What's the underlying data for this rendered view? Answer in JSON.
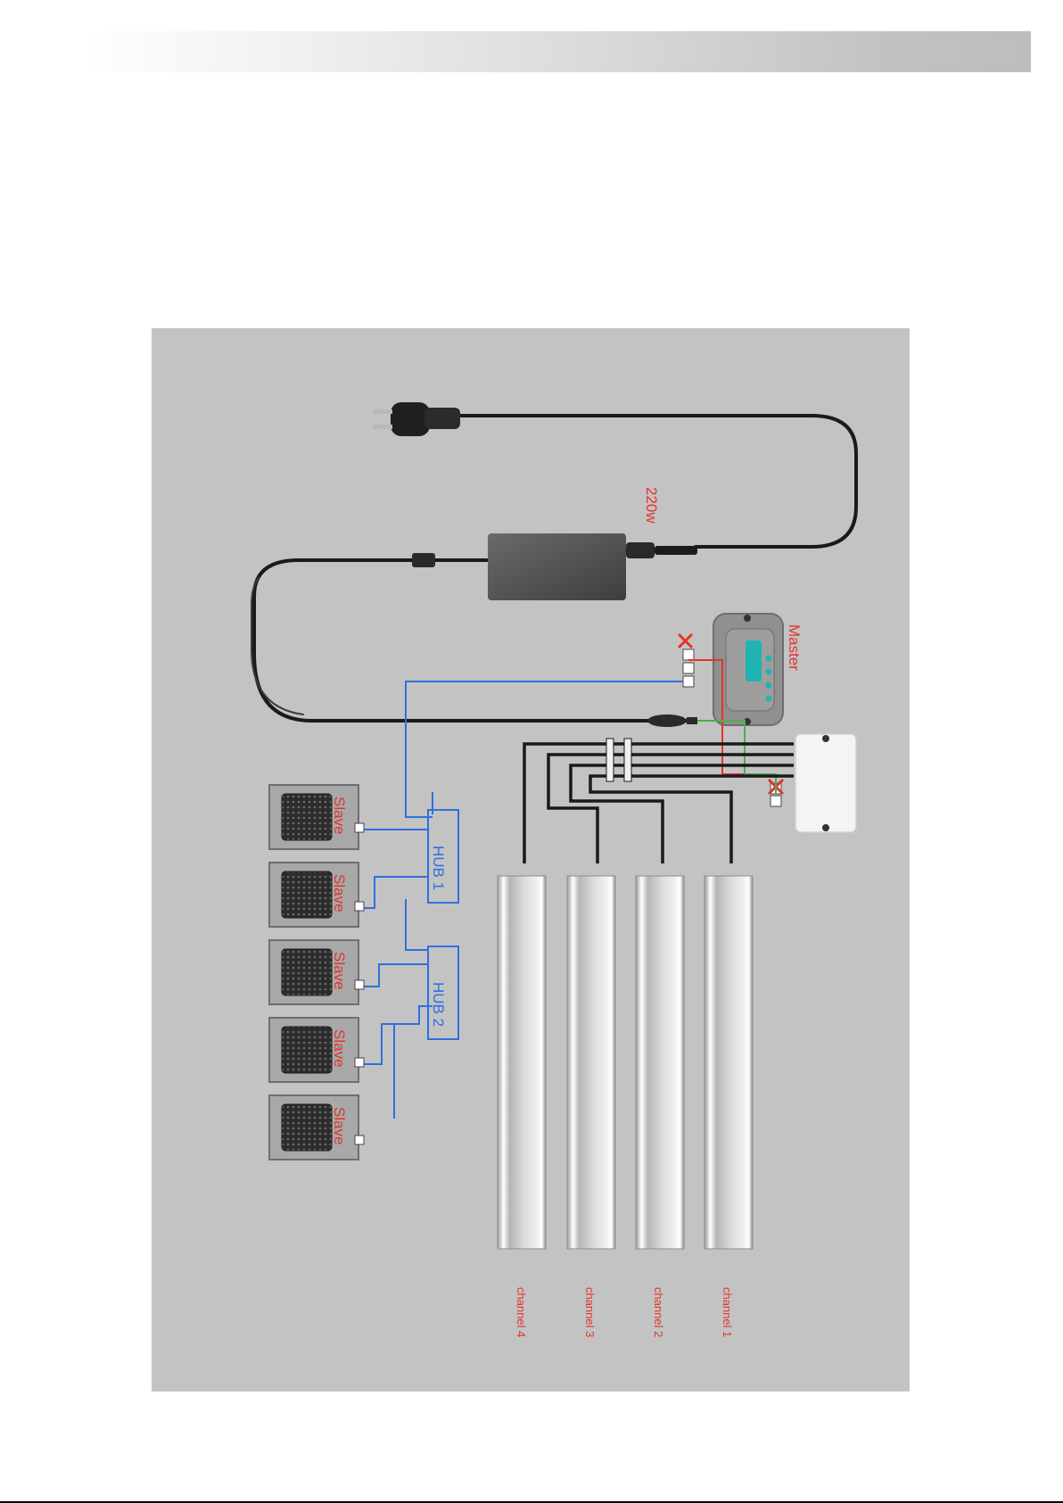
{
  "labels": {
    "power_rating": "220w",
    "master": "Master",
    "hub1": "HUB 1",
    "hub2": "HUB 2",
    "slave": "Slave",
    "channel1": "channel 1",
    "channel2": "channel 2",
    "channel3": "channel 3",
    "channel4": "channel 4"
  },
  "colors": {
    "label": "#e2352a",
    "data_cable": "#2f6fe0",
    "power_cable": "#1a1a1a",
    "red_wire": "#e2352a",
    "green_wire": "#4caf50",
    "panel_background": "#c3c3c3"
  }
}
